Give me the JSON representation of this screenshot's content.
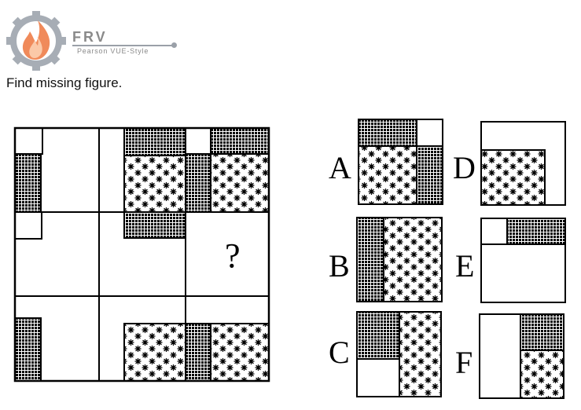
{
  "header": {
    "brand": "FRV",
    "subtitle": "Pearson VUE-Style"
  },
  "question": {
    "prompt": "Find missing figure."
  },
  "grid": {
    "missing_mark": "?"
  },
  "options": [
    {
      "label": "A"
    },
    {
      "label": "B"
    },
    {
      "label": "C"
    },
    {
      "label": "D"
    },
    {
      "label": "E"
    },
    {
      "label": "F"
    }
  ],
  "icons": {
    "logo": "gear-flame-icon"
  },
  "colors": {
    "logo_gear": "#a7adb5",
    "logo_flame_outer": "#f08a5a",
    "logo_flame_inner": "#fbc9a8",
    "brand_text": "#8a8a8a",
    "line": "#000000"
  }
}
